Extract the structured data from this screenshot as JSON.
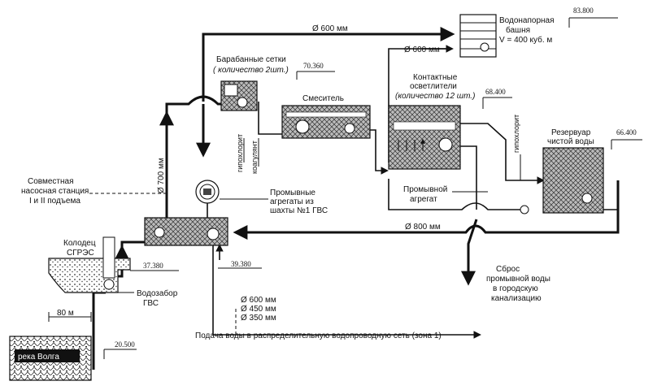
{
  "labels": {
    "water_tower": [
      "Водонапорная",
      "башня",
      "V = 400 куб. м"
    ],
    "drum_screens": "Барабанные сетки",
    "drum_screens_qty": "( количество 2шт.)",
    "mixer": "Смеситель",
    "contact_clarifiers": [
      "Контактные",
      "осветлители"
    ],
    "contact_clarifiers_qty": "(количество 12 шт.)",
    "clean_water_tank": [
      "Резервуар",
      "чистой воды"
    ],
    "pump_station": [
      "Совместная",
      "насосная станция",
      "I и II подъема"
    ],
    "wash_units": [
      "Промывные",
      "агрегаты из",
      "шахты №1 ГВС"
    ],
    "wash_unit": [
      "Промывной",
      "агрегат"
    ],
    "well": [
      "Колодец",
      "СГРЭС"
    ],
    "intake": [
      "Водозабор",
      "ГВС"
    ],
    "discharge": [
      "Сброс",
      "промывной воды",
      "в городскую",
      "канализацию"
    ],
    "supply": "Подача воды в распределительную водопроводную сеть (зона 1)",
    "river": "река Волга",
    "hypochlorite": "гипохлорит",
    "coagulant": "коагулянт",
    "distance": "80 м"
  },
  "pipes": {
    "d600_top": "Ø 600 мм",
    "d600_mid": "Ø 600 мм",
    "d700": "Ø 700 мм",
    "d800": "Ø 800 мм",
    "supply_sizes": [
      "Ø 600 мм",
      "Ø 450 мм",
      "Ø 350 мм"
    ]
  },
  "elevations": {
    "tower": "83.800",
    "mixer": "70.360",
    "clarifiers": "68.400",
    "tank": "66.400",
    "station_left": "37.380",
    "station_right": "39.380",
    "river": "20.500"
  }
}
